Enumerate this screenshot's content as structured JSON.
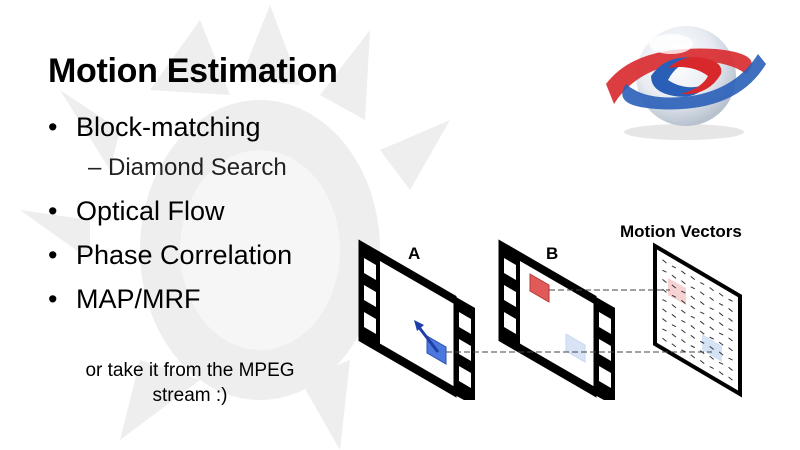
{
  "slide": {
    "title": "Motion Estimation",
    "bullet_char": "•",
    "bullets": [
      {
        "text": "Block-matching"
      },
      {
        "text": "Optical Flow"
      },
      {
        "text": "Phase Correlation"
      },
      {
        "text": "MAP/MRF"
      }
    ],
    "sub_bullet": "– Diamond Search",
    "note_line1": "or take it from the MPEG",
    "note_line2": "stream :)"
  },
  "diagram": {
    "frame_a_label": "A",
    "frame_b_label": "B",
    "motion_vectors_label": "Motion Vectors"
  },
  "colors": {
    "block_blue": "#3a6fd8",
    "block_red": "#e05a5a",
    "frame_stroke": "#000000",
    "logo_red": "#d8282c",
    "logo_blue": "#2a5fb8"
  },
  "icons": {
    "logo": "swirl-sphere-logo",
    "watermark": "faint-sun-figure-watermark"
  }
}
